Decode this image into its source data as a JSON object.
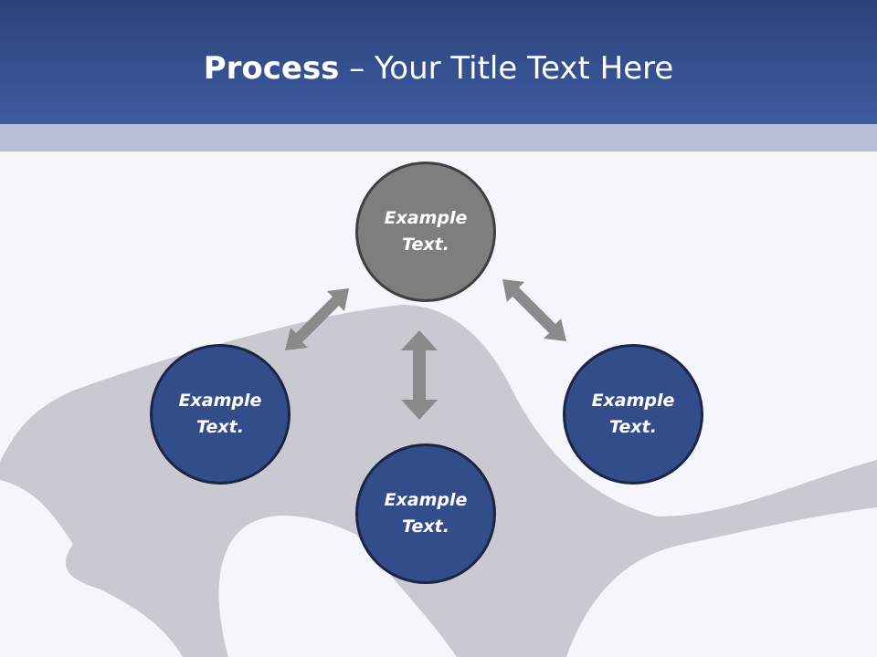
{
  "header": {
    "title_bold": "Process",
    "title_rest": " – Your Title Text Here"
  },
  "diagram": {
    "nodes": {
      "top": {
        "line1": "Example",
        "line2": "Text."
      },
      "left": {
        "line1": "Example",
        "line2": "Text."
      },
      "bottom": {
        "line1": "Example",
        "line2": "Text."
      },
      "right": {
        "line1": "Example",
        "line2": "Text."
      }
    },
    "colors": {
      "header": "#3d5ba1",
      "band": "#b9bfd4",
      "top_node": "#7e7e7e",
      "blue_node": "#334d8a",
      "arrow": "#8a8a8a"
    }
  }
}
